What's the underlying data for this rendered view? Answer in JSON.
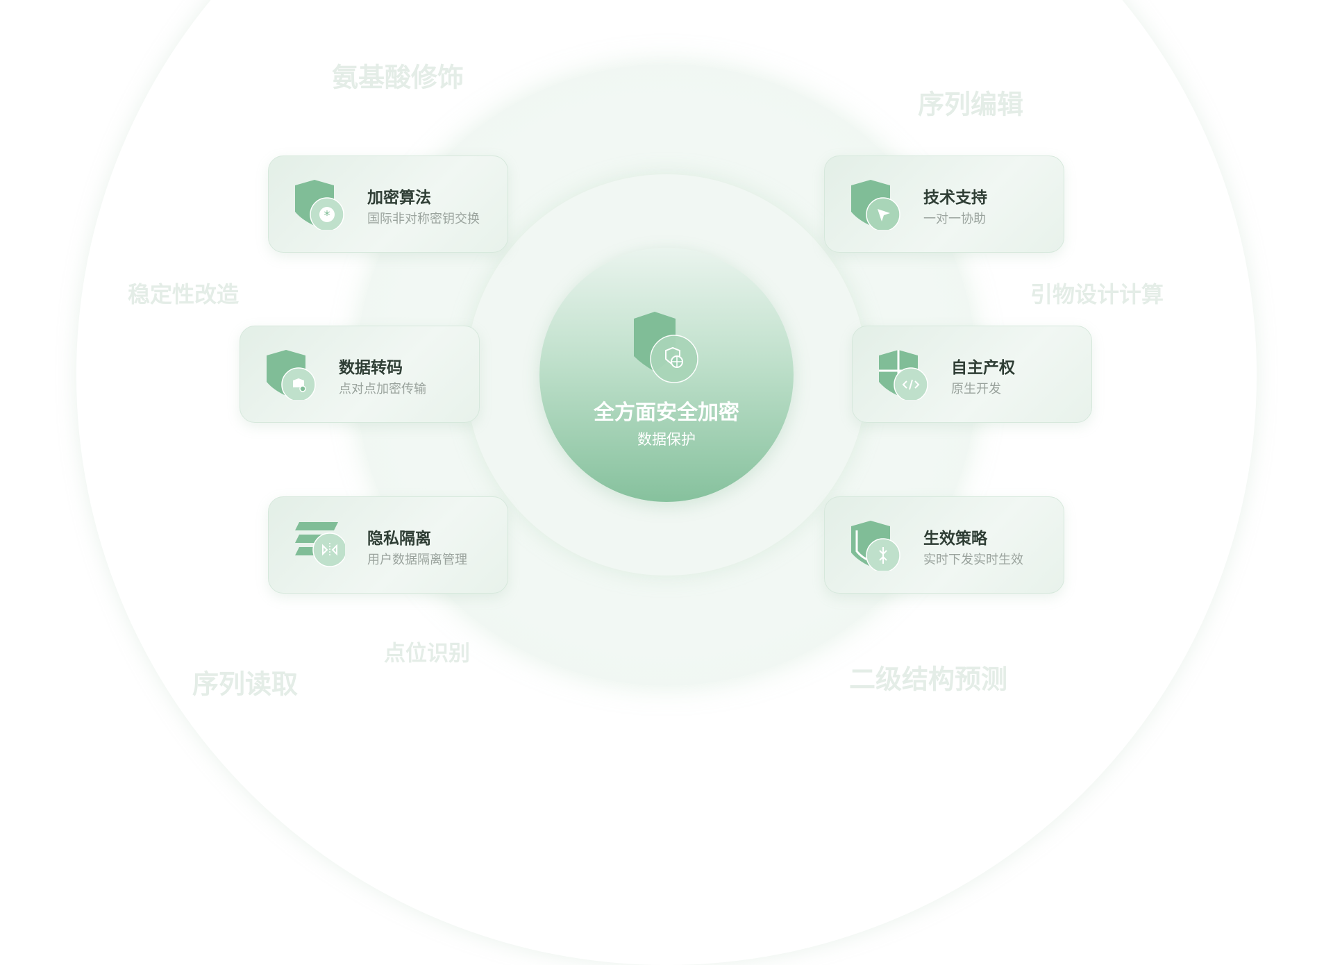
{
  "center": {
    "title": "全方面安全加密",
    "subtitle": "数据保护",
    "icon": "shield-globe-icon"
  },
  "cards": [
    {
      "title": "加密算法",
      "subtitle": "国际非对称密钥交换",
      "icon": "shield-asterisk-icon"
    },
    {
      "title": "技术支持",
      "subtitle": "一对一协助",
      "icon": "shield-cursor-icon"
    },
    {
      "title": "数据转码",
      "subtitle": "点对点加密传输",
      "icon": "shield-lock-icon"
    },
    {
      "title": "自主产权",
      "subtitle": "原生开发",
      "icon": "shield-code-icon"
    },
    {
      "title": "隐私隔离",
      "subtitle": "用户数据隔离管理",
      "icon": "layers-isolate-icon"
    },
    {
      "title": "生效策略",
      "subtitle": "实时下发实时生效",
      "icon": "shield-merge-icon"
    }
  ],
  "background_labels": [
    "氨基酸修饰",
    "序列编辑",
    "稳定性改造",
    "引物设计计算",
    "点位识别",
    "序列读取",
    "二级结构预测"
  ],
  "colors": {
    "accent": "#86c19d",
    "title": "#2f3e35",
    "subtitle": "#9aa39d"
  }
}
